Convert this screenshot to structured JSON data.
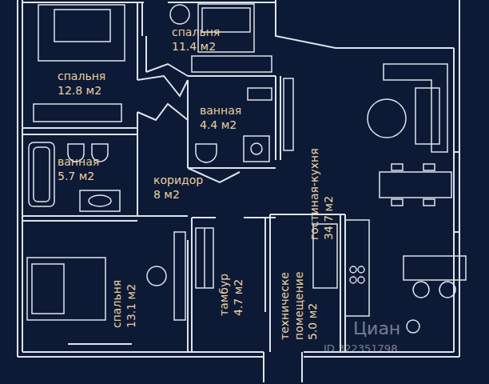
{
  "diagram": {
    "nodes": [
      {
        "text": [
          "спальня",
          "12.8 м2"
        ]
      },
      {
        "text": [
          "спальня",
          "11.4 м2"
        ]
      },
      {
        "text": [
          "ванная",
          "4.4 м2"
        ]
      },
      {
        "text": [
          "ванная",
          "5.7 м2"
        ]
      },
      {
        "text": [
          "коридор",
          "8 м2"
        ]
      },
      {
        "text": [
          "гостиная-кухня",
          "34.7 м2"
        ]
      },
      {
        "text": [
          "спальня",
          "13.1 м2"
        ]
      },
      {
        "text": [
          "тамбур",
          "4.7 м2"
        ]
      },
      {
        "text": [
          "техническе помещение",
          "5.0 м2"
        ]
      }
    ],
    "labels": [
      "Циан",
      "ID 322351798"
    ]
  }
}
